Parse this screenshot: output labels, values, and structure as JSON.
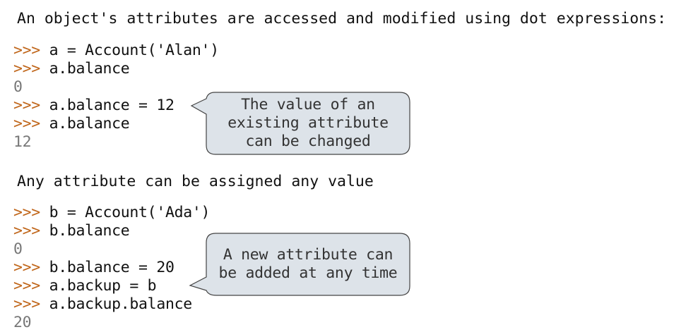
{
  "section1": {
    "heading": "An object's attributes are accessed and modified using dot expressions:",
    "lines": [
      {
        "type": "input",
        "prompt": ">>>",
        "code": "a = Account('Alan')"
      },
      {
        "type": "input",
        "prompt": ">>>",
        "code": "a.balance"
      },
      {
        "type": "output",
        "text": "0"
      },
      {
        "type": "input",
        "prompt": ">>>",
        "code": "a.balance = 12"
      },
      {
        "type": "input",
        "prompt": ">>>",
        "code": "a.balance"
      },
      {
        "type": "output",
        "text": "12"
      }
    ],
    "callout": {
      "line1": "The value of an",
      "line2": "existing attribute",
      "line3": "can be changed"
    }
  },
  "section2": {
    "heading": "Any attribute can be assigned any value",
    "lines": [
      {
        "type": "input",
        "prompt": ">>>",
        "code": "b = Account('Ada')"
      },
      {
        "type": "input",
        "prompt": ">>>",
        "code": "b.balance"
      },
      {
        "type": "output",
        "text": "0"
      },
      {
        "type": "input",
        "prompt": ">>>",
        "code": "b.balance = 20"
      },
      {
        "type": "input",
        "prompt": ">>>",
        "code": "a.backup = b"
      },
      {
        "type": "input",
        "prompt": ">>>",
        "code": "a.backup.balance"
      },
      {
        "type": "output",
        "text": "20"
      }
    ],
    "callout": {
      "line1": "A new attribute can",
      "line2": "be added at any time"
    }
  },
  "colors": {
    "prompt": "#c0661a",
    "output": "#777777",
    "text": "#111111",
    "callout_fill": "#dde3e9",
    "callout_stroke": "#444444"
  }
}
